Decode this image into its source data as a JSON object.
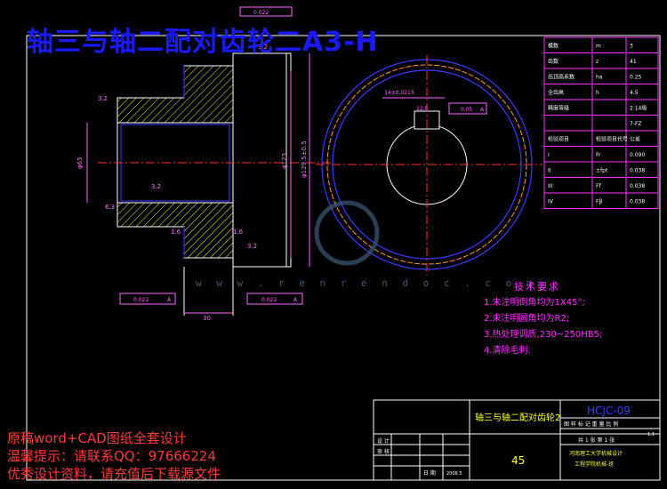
{
  "title": "轴三与轴二配对齿轮二A3-H",
  "params": [
    [
      "模数",
      "m",
      "3"
    ],
    [
      "齿数",
      "z",
      "41"
    ],
    [
      "齿顶高系数",
      "ha",
      "0.25"
    ],
    [
      "全齿高",
      "h",
      "4.5"
    ],
    [
      "精度等级",
      "",
      "2.14级"
    ],
    [
      "",
      "",
      "7-FZ"
    ],
    [
      "检验项目",
      "检验项目代号",
      "公差"
    ],
    [
      "I",
      "Fr",
      "0.090"
    ],
    [
      "II",
      "±fpt",
      "0.038"
    ],
    [
      "III",
      "Ff",
      "0.038"
    ],
    [
      "IV",
      "Fβ",
      "0.038"
    ]
  ],
  "tech": {
    "heading": "技术要求",
    "items": [
      "1.未注明倒角均为1X45°;",
      "2.未注明圆角均为R2;",
      "3.热处理调质,230~250HB5;",
      "4.清除毛刺."
    ]
  },
  "dims": {
    "d65": "φ65",
    "d123": "φ123",
    "d129": "φ129.5±0.5",
    "len30": "30",
    "rough32": "3.2",
    "rough16": "1.6",
    "rough63": "6.3",
    "rough125": "12.5",
    "tol1": "0.022",
    "tol2": "0.022",
    "tol3": "0.022",
    "keyway": "14±0.0215",
    "par": "0.05",
    "datumA": "A"
  },
  "titleblock": {
    "code": "HCJC-09",
    "name": "轴三与轴二配对齿轮2",
    "row1": "图 样 标 记   重 量   比 例",
    "scale": "1:1",
    "sheet": "共 1 张     第 1 张",
    "material": "45",
    "org1": "河南理工大学机械设计",
    "org2": "工程学院机械-班",
    "date": "2008.5",
    "design": "设 计",
    "check": "审 核",
    "date_label": "日 期"
  },
  "watermark": {
    "brand_url": "w w w . r e n r e n d o c . c o m",
    "line1": "原稿word+CAD图纸全套设计",
    "line2": "温馨提示：请联系QQ：97666224",
    "line3": "优秀设计资料，请充值后下载源文件"
  }
}
